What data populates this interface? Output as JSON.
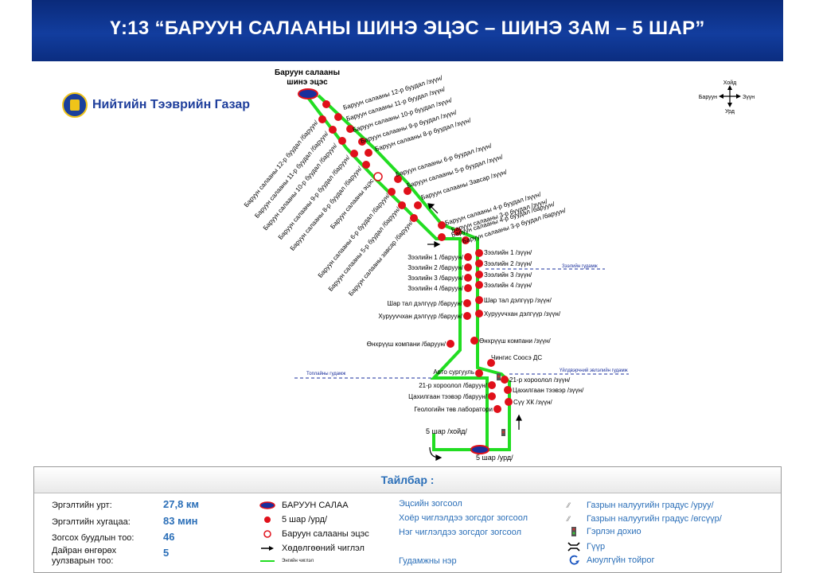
{
  "header": {
    "title": "Ү:13 “БАРУУН САЛААНЫ ШИНЭ ЭЦЭС – ШИНЭ ЗАМ – 5 ШАР”"
  },
  "logo": {
    "text": "Нийтийн Тээврийн Газар"
  },
  "compass": {
    "north": "Хойд",
    "south": "Урд",
    "west": "Баруун",
    "east": "Зүүн"
  },
  "terminals": {
    "start": "Баруун салааны\nшинэ эцэс",
    "end_north": "5 шар /хойд/",
    "end_south": "5 шар /урд/"
  },
  "streets": {
    "zaisan_street": "Зээлийн гудамж",
    "toplain_street": "Топлайны гудамж",
    "udirdlagiin_street": "Үйлдвэрчний эвлэлийн гудамж"
  },
  "stops_upper_east": [
    "Баруун салааны 12-р буудал /зүүн/",
    "Баруун салааны 11-р буудал /зүүн/",
    "Баруун салааны 10-р буудал /зүүн/",
    "Баруун салааны 9-р буудал /зүүн/",
    "Баруун салааны 8-р буудал /зүүн/",
    "Баруун салааны 6-р буудал /зүүн/",
    "Баруун салааны 5-р буудал /зүүн/",
    "Баруун салааны Завсар /зүүн/",
    "Баруун салааны 4-р буудал /зүүн/",
    "Баруун салааны 3-р буудал /зүүн/",
    "Баруун салааны 4-р буудал /баруун/",
    "Баруун салааны 3-р буудал /баруун/"
  ],
  "stops_upper_west": [
    "Баруун салааны 12-р буудал /баруун/",
    "Баруун салааны 11-р буудал /баруун/",
    "Баруун салааны 10-р буудал /баруун/",
    "Баруун салааны 9-р буудал /баруун/",
    "Баруун салааны 8-р буудал /баруун/",
    "Баруун салааны эцэс",
    "Баруун салааны 6-р буудал /баруун/",
    "Баруун салааны 5-р буудал /баруун/",
    "Баруун салааны завсар /баруун/"
  ],
  "stops_lower_west": [
    "Зээлийн 1 /баруун/",
    "Зээлийн 2 /баруун/",
    "Зээлийн 3 /баруун/",
    "Зээлийн 4 /баруун/",
    "Шар тал дэлгүүр /баруун/",
    "Хурууvчхан дэлгүүр /баруун/",
    "Өнхрүүш компани /баруун/",
    "Авто сургууль",
    "21-р хороолол /баруун/",
    "Цахилгаан тээвэр /баруун/",
    "Геологийн төв лаборатори"
  ],
  "stops_lower_east": [
    "Зээлийн 1 /зүүн/",
    "Зээлийн 2 /зүүн/",
    "Зээлийн 3 /зүүн/",
    "Зээлийн 4 /зүүн/",
    "Шар тал дэлгүүр /зүүн/",
    "Хурууvчхан дэлгүүр /зүүн/",
    "Өнхрүүш компани /зүүн/",
    "Чингис Соосэ ДС",
    "21-р хороолол /зүүн/",
    "Цахилгаан тээвэр /зүүн/",
    "Сүү ХК /зүүн/"
  ],
  "legend": {
    "title": "Тайлбар :",
    "stats": [
      {
        "label": "Эргэлтийн урт:",
        "value": "27,8 км"
      },
      {
        "label": "Эргэлтийн хугацаа:",
        "value": "83 мин"
      },
      {
        "label": "Зогсох буудлын тоо:",
        "value": "46"
      },
      {
        "label": "Дайран өнгөрөх\nуулзварын тоо:",
        "value": "5"
      }
    ],
    "symbols": [
      {
        "icon": "terminal-icon",
        "label": "БАРУУН САЛАА"
      },
      {
        "icon": "stop-dot-icon",
        "label": "5 шар /урд/"
      },
      {
        "icon": "hollow-stop-icon",
        "label": "Баруун салааны эцэс"
      },
      {
        "icon": "direction-arrow-icon",
        "label": "Хөдөлгөөний чиглэл"
      },
      {
        "icon": "route-line-icon",
        "label": "Энгийн чиглэл"
      }
    ],
    "blue_texts": [
      "Эцсийн зогсоол",
      "Хоёр чиглэлдээ зогсдог зогсоол",
      "Нэг чиглэлдээ зогсдог зогсоол",
      "Гудамжны нэр"
    ],
    "right_items": [
      {
        "icon": "slope-up-icon",
        "label": "Газрын налуугийн градус /уруу/"
      },
      {
        "icon": "slope-down-icon",
        "label": "Газрын налуугийн градус /өгсүүр/"
      },
      {
        "icon": "traffic-light-icon",
        "label": "Гэрлэн дохио"
      },
      {
        "icon": "bridge-icon",
        "label": "Гүүр"
      },
      {
        "icon": "roundabout-icon",
        "label": "Аюулгүйн тойрог"
      }
    ]
  },
  "colors": {
    "route": "#22dd22",
    "stop": "#e0101a",
    "terminal_fill": "#1a2f9c",
    "header": "#0f3a9a",
    "accent_text": "#2b6fb8"
  }
}
